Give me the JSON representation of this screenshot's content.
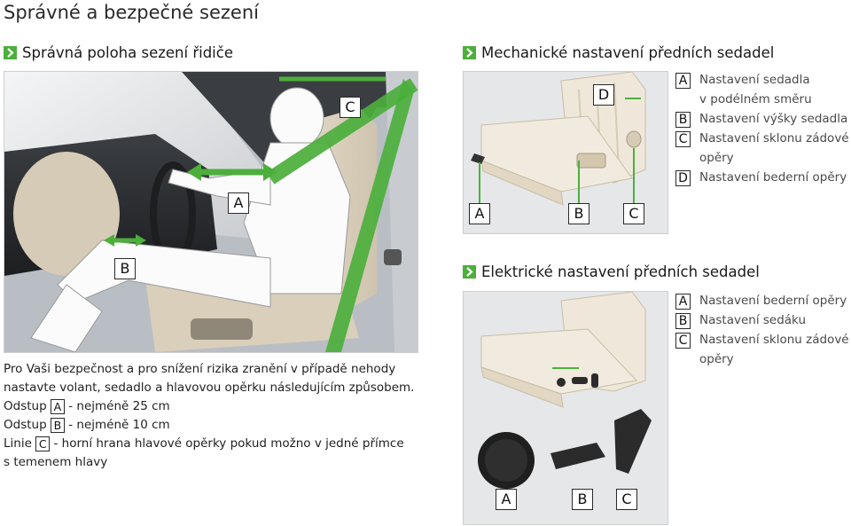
{
  "page_title": "Správné a bezpečné sezení",
  "left_section": {
    "title": "Správná poloha sezení řidiče",
    "image_labels": {
      "a": "A",
      "b": "B",
      "c": "C"
    },
    "note": {
      "p1": "Pro Vaši bezpečnost a pro snížení rizika zranění v případě nehody",
      "p2": "nastavte volant, sedadlo a hlavovou opěrku následujícím způsobem.",
      "line_a_prefix": "Odstup",
      "line_a_badge": "A",
      "line_a_text": "- nejméně 25 cm",
      "line_b_prefix": "Odstup",
      "line_b_badge": "B",
      "line_b_text": "- nejméně 10 cm",
      "line_c_prefix": "Linie",
      "line_c_badge": "C",
      "line_c_text": "- horní hrana hlavové opěrky pokud možno v jedné přímce",
      "line_c_text2": "s temenem hlavy"
    }
  },
  "mech_section": {
    "title": "Mechanické nastavení předních sedadel",
    "image_labels": {
      "a": "A",
      "b": "B",
      "c": "C",
      "d": "D"
    },
    "legend": [
      {
        "badge": "A",
        "line1": "Nastavení sedadla",
        "line2": "v podélném směru"
      },
      {
        "badge": "B",
        "line1": "Nastavení výšky sedadla",
        "line2": ""
      },
      {
        "badge": "C",
        "line1": "Nastavení sklonu zádové",
        "line2": "opěry"
      },
      {
        "badge": "D",
        "line1": "Nastavení bederní opěry",
        "line2": ""
      }
    ]
  },
  "elec_section": {
    "title": "Elektrické nastavení předních sedadel",
    "image_labels": {
      "a": "A",
      "b": "B",
      "c": "C"
    },
    "legend": [
      {
        "badge": "A",
        "line1": "Nastavení bederní opěry",
        "line2": ""
      },
      {
        "badge": "B",
        "line1": "Nastavení sedáku",
        "line2": ""
      },
      {
        "badge": "C",
        "line1": "Nastavení sklonu zádové",
        "line2": "opěry"
      }
    ]
  },
  "colors": {
    "accent_green": "#4caf3c",
    "panel_bg": "#e6e7e9"
  }
}
